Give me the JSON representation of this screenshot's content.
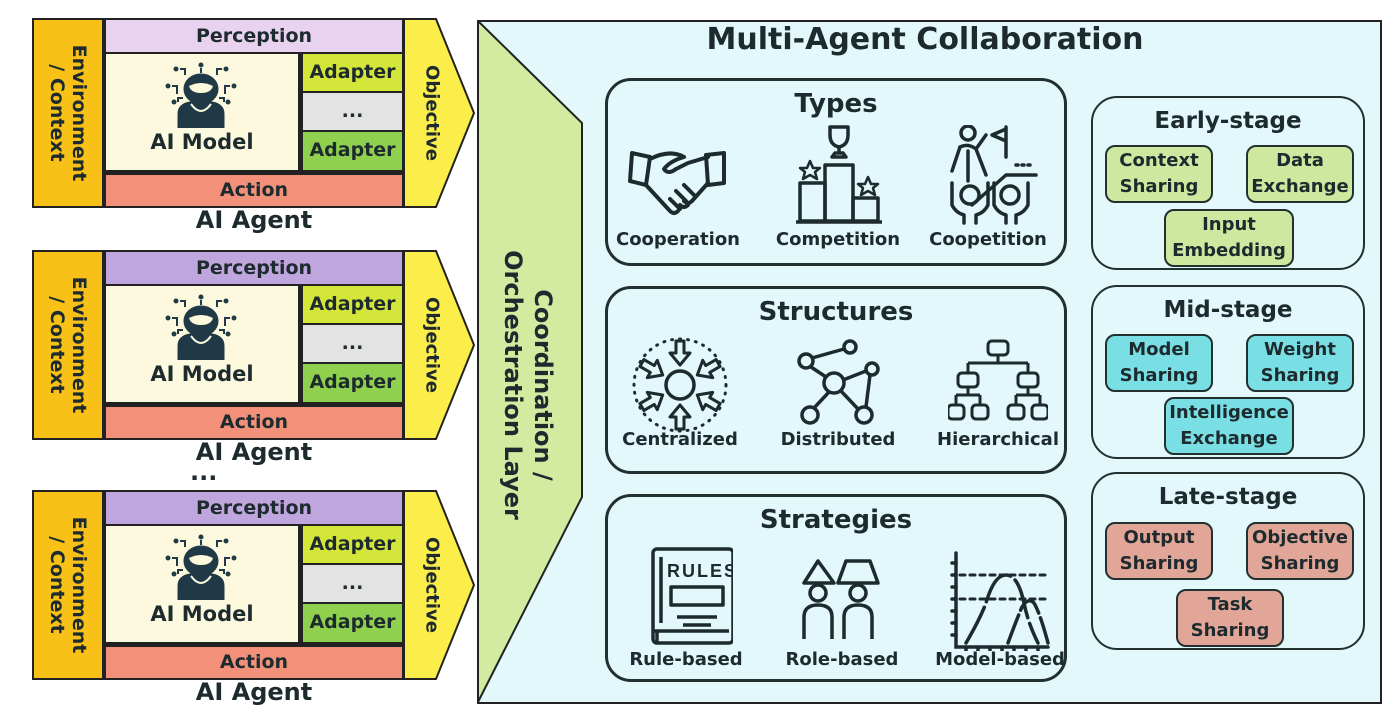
{
  "agents": [
    {
      "environment_line1": "Environment",
      "environment_line2": "/ Context",
      "perception": "Perception",
      "model": "AI Model",
      "adapter_top": "Adapter",
      "adapter_middle": "...",
      "adapter_bottom": "Adapter",
      "action": "Action",
      "objective": "Objective",
      "label": "AI Agent",
      "perception_color": "#e8d2ef"
    },
    {
      "environment_line1": "Environment",
      "environment_line2": "/ Context",
      "perception": "Perception",
      "model": "AI Model",
      "adapter_top": "Adapter",
      "adapter_middle": "...",
      "adapter_bottom": "Adapter",
      "action": "Action",
      "objective": "Objective",
      "label": "AI Agent",
      "perception_color": "#c0a6de"
    },
    {
      "environment_line1": "Environment",
      "environment_line2": "/ Context",
      "perception": "Perception",
      "model": "AI Model",
      "adapter_top": "Adapter",
      "adapter_middle": "...",
      "adapter_bottom": "Adapter",
      "action": "Action",
      "objective": "Objective",
      "label": "AI Agent",
      "perception_color": "#c0a6de"
    }
  ],
  "agents_ellipsis": "...",
  "orchestration": {
    "line1": "Coordination /",
    "line2": "Orchestration Layer"
  },
  "collaboration": {
    "title": "Multi-Agent Collaboration",
    "panels": [
      {
        "title": "Types",
        "items": [
          {
            "label": "Cooperation",
            "icon": "handshake-icon"
          },
          {
            "label": "Competition",
            "icon": "podium-trophy-icon"
          },
          {
            "label": "Coopetition",
            "icon": "climbing-support-icon"
          }
        ]
      },
      {
        "title": "Structures",
        "items": [
          {
            "label": "Centralized",
            "icon": "centralized-arrows-icon"
          },
          {
            "label": "Distributed",
            "icon": "network-nodes-icon"
          },
          {
            "label": "Hierarchical",
            "icon": "org-chart-icon"
          }
        ]
      },
      {
        "title": "Strategies",
        "items": [
          {
            "label": "Rule-based",
            "icon": "rules-book-icon"
          },
          {
            "label": "Role-based",
            "icon": "role-people-icon"
          },
          {
            "label": "Model-based",
            "icon": "distribution-curve-icon"
          }
        ]
      }
    ],
    "stages": [
      {
        "title": "Early-stage",
        "color": "#cfe8a0",
        "chips": [
          {
            "line1": "Context",
            "line2": "Sharing"
          },
          {
            "line1": "Data",
            "line2": "Exchange"
          },
          {
            "line1": "Input",
            "line2": "Embedding"
          }
        ]
      },
      {
        "title": "Mid-stage",
        "color": "#7adfe4",
        "chips": [
          {
            "line1": "Model",
            "line2": "Sharing"
          },
          {
            "line1": "Weight",
            "line2": "Sharing"
          },
          {
            "line1": "Intelligence",
            "line2": "Exchange"
          }
        ]
      },
      {
        "title": "Late-stage",
        "color": "#e2a698",
        "chips": [
          {
            "line1": "Output",
            "line2": "Sharing"
          },
          {
            "line1": "Objective",
            "line2": "Sharing"
          },
          {
            "line1": "Task",
            "line2": "Sharing"
          }
        ]
      }
    ]
  },
  "colors": {
    "environment": "#f7c118",
    "adapter_top": "#d4e639",
    "adapter_middle": "#e3e3e3",
    "adapter_bottom": "#8fd14f",
    "action": "#f3907a",
    "objective": "#fcee4a",
    "model_bg": "#fdf9de",
    "collab_bg": "#e3f8fb",
    "orchestration": "#d3eba1"
  }
}
